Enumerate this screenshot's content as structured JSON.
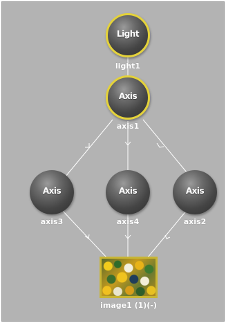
{
  "graph": {
    "nodes": {
      "light": {
        "title": "Light",
        "label": "light1"
      },
      "axis1": {
        "title": "Axis",
        "label": "axis1"
      },
      "axis3": {
        "title": "Axis",
        "label": "axis3"
      },
      "axis4": {
        "title": "Axis",
        "label": "axis4"
      },
      "axis2": {
        "title": "Axis",
        "label": "axis2"
      },
      "image": {
        "label": "image1 (1)(-)"
      }
    }
  },
  "colors": {
    "canvas_background": "#b3b3b3",
    "selection_outline": "#e4d23a",
    "edge": "#ffffff",
    "node_text": "#ffffff"
  }
}
